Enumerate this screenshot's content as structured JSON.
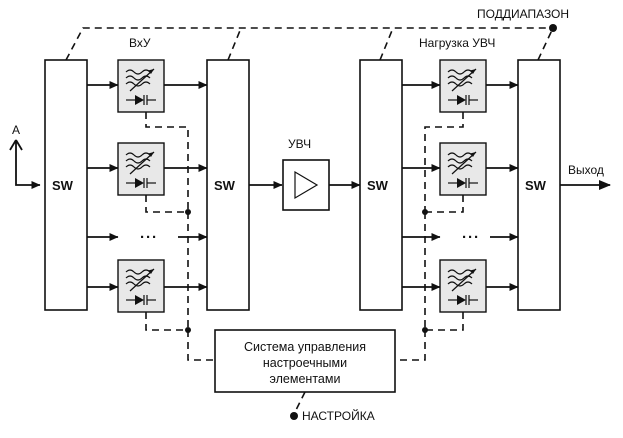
{
  "labels": {
    "antenna": "A",
    "sw": "SW",
    "input_circuits": "ВхУ",
    "rf_amp": "УВЧ",
    "rf_load": "Нагрузка УВЧ",
    "subband": "ПОДДИАПАЗОН",
    "output": "Выход",
    "tuning": "НАСТРОЙКА",
    "dots": "···"
  },
  "control_box": {
    "lines": [
      "Система управления",
      "настроечными",
      "элементами"
    ]
  },
  "icons": {
    "antenna": "antenna-icon",
    "filter": "tunable-filter-icon",
    "varactor": "varactor-diode-icon",
    "amplifier": "amplifier-triangle-icon",
    "arrow": "arrow-icon"
  }
}
